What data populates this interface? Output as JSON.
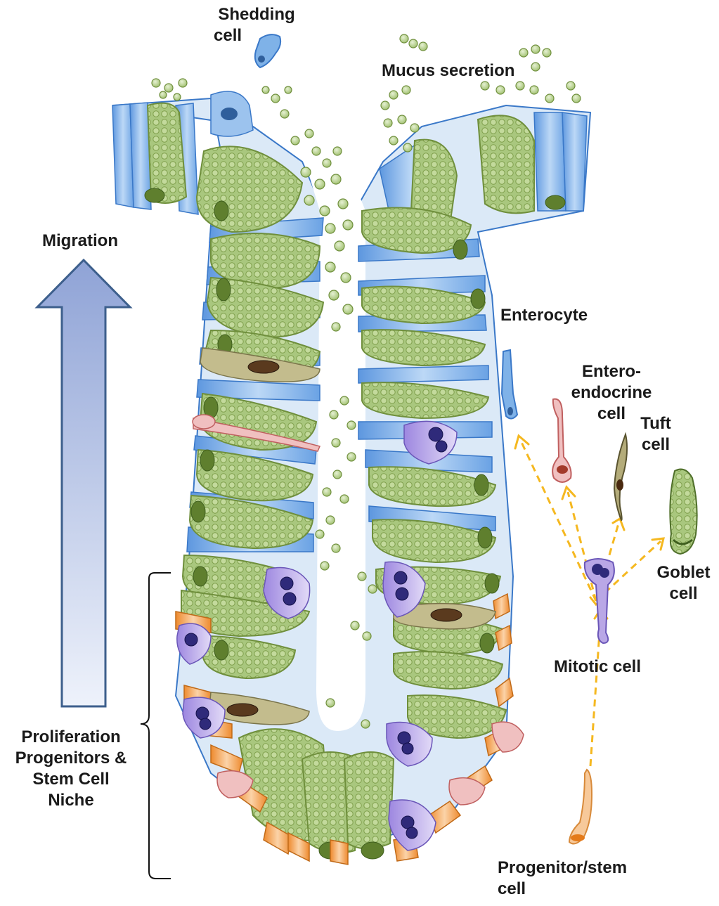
{
  "labels": {
    "shedding_line1": "Shedding",
    "shedding_line2": "cell",
    "mucus": "Mucus secretion",
    "migration": "Migration",
    "enterocyte": "Enterocyte",
    "entero_line1": "Entero-",
    "entero_line2": "endocrine",
    "entero_line3": "cell",
    "tuft_line1": "Tuft",
    "tuft_line2": "cell",
    "goblet_line1": "Goblet",
    "goblet_line2": "cell",
    "mitotic": "Mitotic cell",
    "prolif_line1": "Proliferation",
    "prolif_line2": "Progenitors &",
    "prolif_line3": "Stem Cell",
    "prolif_line4": "Niche",
    "progenitor_line1": "Progenitor/stem",
    "progenitor_line2": "cell"
  },
  "colors": {
    "enterocyte_blue": "#7fb2e8",
    "enterocyte_stroke": "#3a78c8",
    "goblet_green": "#a9c77e",
    "goblet_stroke": "#6f8f3c",
    "mucus_green": "#b9d58f",
    "progenitor_orange": "#f2a35a",
    "mitotic_purple": "#b9a7e6",
    "tuft_olive": "#b4ac7a",
    "enteroendocrine_pink": "#e8a9a9",
    "arrow_yellow": "#f5b820",
    "migration_fill": "#c8d4ee",
    "migration_stroke": "#3d5f8c"
  }
}
